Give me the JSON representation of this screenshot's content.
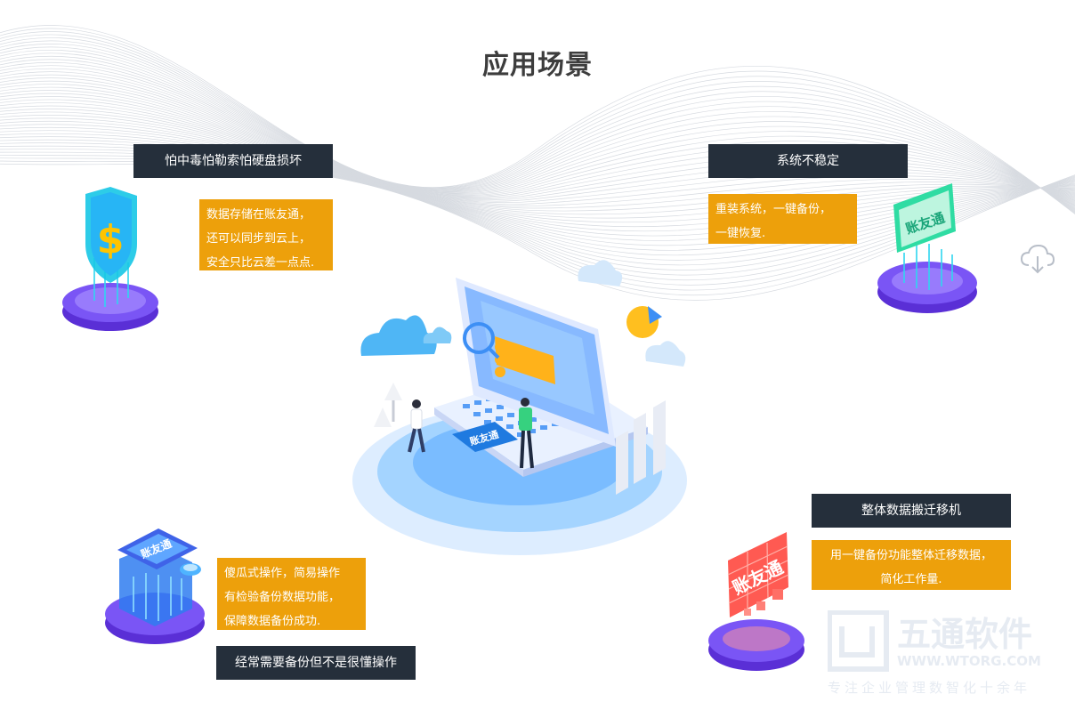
{
  "page": {
    "title": "应用场景"
  },
  "scenarios": [
    {
      "label": "怕中毒怕勒索怕硬盘损坏",
      "desc": [
        "数据存储在账友通，",
        "还可以同步到云上，",
        "安全只比云差一点点."
      ],
      "icon": "shield-dollar-icon"
    },
    {
      "label": "系统不稳定",
      "desc": [
        "重装系统，一键备份，",
        "一键恢复."
      ],
      "icon": "zhangyoutong-sign-icon"
    },
    {
      "label": "经常需要备份但不是很懂操作",
      "desc": [
        "傻瓜式操作，简易操作",
        "有检验备份数据功能，",
        "保障数据备份成功."
      ],
      "icon": "device-screen-icon"
    },
    {
      "label": "整体数据搬迁移机",
      "desc": [
        "用一键备份功能整体迁移数据，",
        "简化工作量."
      ],
      "icon": "brick-wall-icon"
    }
  ],
  "center": {
    "laptop_logo": "账友通",
    "icons": [
      "cloud-icon",
      "pie-chart-icon",
      "bar-chart-icon",
      "magnifier-icon",
      "person-icon"
    ]
  },
  "side_icon": "cloud-download-icon",
  "watermark": {
    "logo_text": "五通软件",
    "url": "WWW.WTORG.COM",
    "slogan": "专注企业管理数智化十余年"
  },
  "colors": {
    "label_bg": "#252f3b",
    "desc_bg": "#eda00b",
    "accent_blue": "#3d8ff5",
    "accent_purple": "#6b3ff0"
  }
}
